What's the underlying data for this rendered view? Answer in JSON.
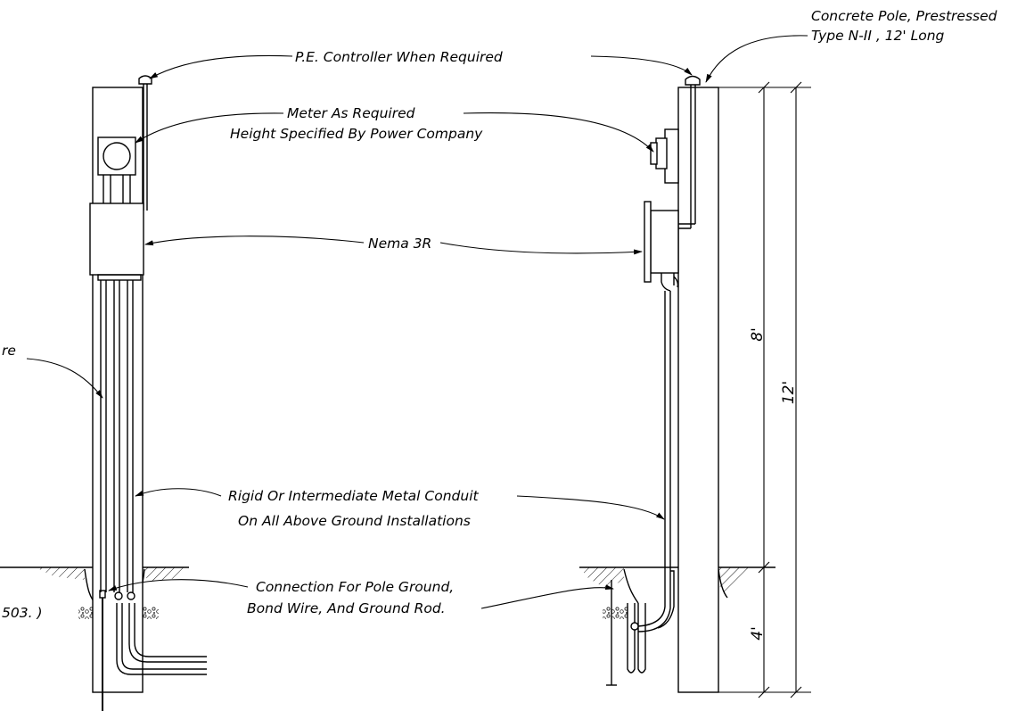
{
  "labels": {
    "pe_controller": "P.E. Controller When Required",
    "concrete_pole_line1": "Concrete Pole, Prestressed",
    "concrete_pole_line2": "Type N-II , 12' Long",
    "meter_line1": "Meter As Required",
    "meter_line2": "Height Specified By Power Company",
    "nema": "Nema 3R",
    "left_cut_label": "re",
    "conduit_line1": "Rigid Or Intermediate Metal Conduit",
    "conduit_line2": "On All Above Ground Installations",
    "connection_line1": "Connection For Pole Ground,",
    "connection_line2": "Bond Wire, And Ground Rod.",
    "left_cut_ref": "503. )"
  },
  "dimensions": {
    "upper": "8'",
    "total": "12'",
    "lower": "4'"
  }
}
